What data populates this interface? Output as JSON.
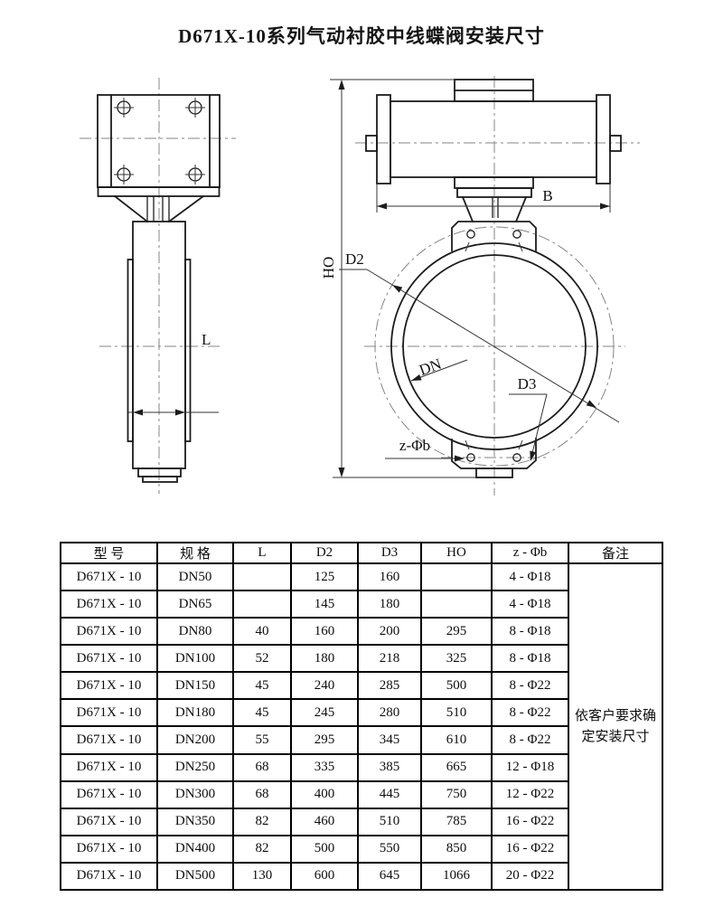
{
  "page": {
    "title": "D671X-10系列气动衬胶中线蝶阀安装尺寸"
  },
  "drawing": {
    "side_view": {
      "l_label": "L"
    },
    "front_view": {
      "ho_label": "HO",
      "b_label": "B",
      "d2_label": "D2",
      "dn_label": "DN",
      "d3_label": "D3",
      "zphib_label": "z-Φb"
    }
  },
  "table": {
    "headers": [
      "型 号",
      "规 格",
      "L",
      "D2",
      "D3",
      "HO",
      "z - Φb",
      "备注"
    ],
    "rows": [
      [
        "D671X - 10",
        "DN50",
        "",
        "125",
        "160",
        "",
        "4 - Φ18"
      ],
      [
        "D671X - 10",
        "DN65",
        "",
        "145",
        "180",
        "",
        "4 - Φ18"
      ],
      [
        "D671X - 10",
        "DN80",
        "40",
        "160",
        "200",
        "295",
        "8 - Φ18"
      ],
      [
        "D671X - 10",
        "DN100",
        "52",
        "180",
        "218",
        "325",
        "8 - Φ18"
      ],
      [
        "D671X - 10",
        "DN150",
        "45",
        "240",
        "285",
        "500",
        "8 - Φ22"
      ],
      [
        "D671X - 10",
        "DN180",
        "45",
        "245",
        "280",
        "510",
        "8 - Φ22"
      ],
      [
        "D671X - 10",
        "DN200",
        "55",
        "295",
        "345",
        "610",
        "8 - Φ22"
      ],
      [
        "D671X - 10",
        "DN250",
        "68",
        "335",
        "385",
        "665",
        "12 - Φ18"
      ],
      [
        "D671X - 10",
        "DN300",
        "68",
        "400",
        "445",
        "750",
        "12 - Φ22"
      ],
      [
        "D671X - 10",
        "DN350",
        "82",
        "460",
        "510",
        "785",
        "16 - Φ22"
      ],
      [
        "D671X - 10",
        "DN400",
        "82",
        "500",
        "550",
        "850",
        "16 - Φ22"
      ],
      [
        "D671X - 10",
        "DN500",
        "130",
        "600",
        "645",
        "1066",
        "20 - Φ22"
      ]
    ],
    "remark": "依客户要求确定安装尺寸"
  }
}
